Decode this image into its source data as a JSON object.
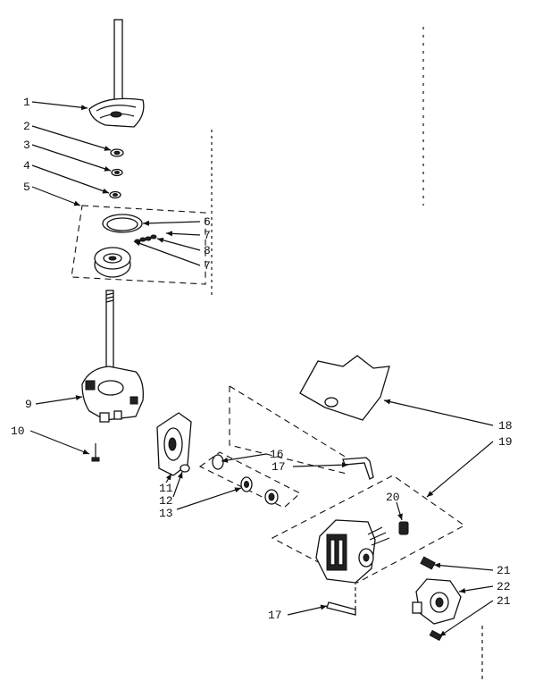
{
  "diagram": {
    "callouts": [
      "1",
      "2",
      "3",
      "4",
      "5",
      "6",
      "7",
      "8",
      "7",
      "9",
      "10",
      "11",
      "12",
      "13",
      "16",
      "17",
      "18",
      "19",
      "20",
      "21",
      "22",
      "21",
      "17"
    ]
  }
}
